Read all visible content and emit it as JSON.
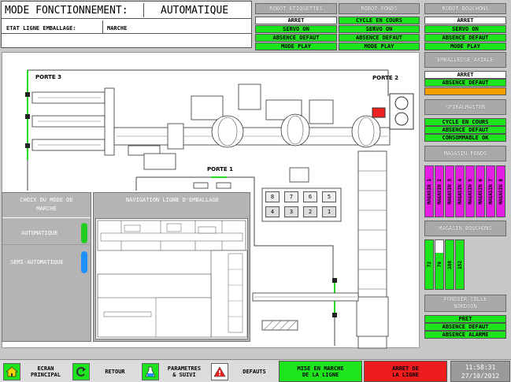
{
  "header": {
    "mode_label": "MODE FONCTIONNEMENT:",
    "mode_value": "AUTOMATIQUE",
    "etat_label": "ETAT LIGNE EMBALLAGE:",
    "etat_value": "MARCHE"
  },
  "robots": [
    {
      "title": "ROBOT ETIQUETTES",
      "statuses": [
        {
          "text": "ARRET",
          "color": "#ffffff"
        },
        {
          "text": "SERVO ON",
          "color": "#1ee41e"
        },
        {
          "text": "ABSENCE DEFAUT",
          "color": "#1ee41e"
        },
        {
          "text": "MODE PLAY",
          "color": "#1ee41e"
        }
      ]
    },
    {
      "title": "ROBOT FONDS",
      "statuses": [
        {
          "text": "CYCLE EN COURS",
          "color": "#1ee41e"
        },
        {
          "text": "SERVO ON",
          "color": "#1ee41e"
        },
        {
          "text": "ABSENCE DEFAUT",
          "color": "#1ee41e"
        },
        {
          "text": "MODE PLAY",
          "color": "#1ee41e"
        }
      ]
    },
    {
      "title": "ROBOT BOUCHONS",
      "statuses": [
        {
          "text": "ARRET",
          "color": "#ffffff"
        },
        {
          "text": "SERVO ON",
          "color": "#1ee41e"
        },
        {
          "text": "ABSENCE DEFAUT",
          "color": "#1ee41e"
        },
        {
          "text": "MODE PLAY",
          "color": "#1ee41e"
        }
      ]
    }
  ],
  "right": {
    "emballeuse": {
      "title": "EMBALLEUSE AXIALE",
      "statuses": [
        {
          "text": "ARRET",
          "color": "#ffffff"
        },
        {
          "text": "ABSENCE DEFAUT",
          "color": "#1ee41e"
        }
      ],
      "orange_color": "#f5a000"
    },
    "spiral": {
      "title": "SPIRALMASTER",
      "statuses": [
        {
          "text": "CYCLE EN COURS",
          "color": "#1ee41e"
        },
        {
          "text": "ABSENCE DEFAUT",
          "color": "#1ee41e"
        },
        {
          "text": "CONSOMMABLE OK",
          "color": "#1ee41e"
        }
      ]
    },
    "magasin_fonds": {
      "title": "MAGASIN FONDS",
      "items": [
        "MAGASIN 1",
        "MAGASIN 2",
        "MAGASIN 3",
        "MAGASIN 4",
        "MAGASIN 5",
        "MAGASIN 6",
        "MAGASIN 7",
        "MAGASIN 8"
      ]
    },
    "magasin_bouchons": {
      "title": "MAGASIN BOUCHONS",
      "values": [
        "72",
        "76",
        "108",
        "152"
      ]
    },
    "fondoir": {
      "title": "FONDOIR COLLE NORDSON",
      "statuses": [
        {
          "text": "PRET",
          "color": "#1ee41e"
        },
        {
          "text": "ABSENCE DEFAUT",
          "color": "#1ee41e"
        },
        {
          "text": "ABSENCE ALARME",
          "color": "#1ee41e"
        }
      ]
    }
  },
  "diagram": {
    "porte1": "PORTE 1",
    "porte2": "PORTE 2",
    "porte3": "PORTE 3",
    "keypad_top": [
      "8",
      "7",
      "6",
      "5"
    ],
    "keypad_bottom": [
      "4",
      "3",
      "2",
      "1"
    ]
  },
  "choix": {
    "title": "CHOIX DU MODE DE MARCHE",
    "auto": "AUTOMATIQUE",
    "semi": "SEMI-AUTOMATIQUE",
    "auto_color": "#22cc22",
    "semi_color": "#1e90ff"
  },
  "navigation": {
    "title": "NAVIGATION LIGNE D'EMBALLAGE"
  },
  "bottom": {
    "ecran": "ECRAN PRINCIPAL",
    "retour": "RETOUR",
    "parametres": "PARAMETRES & SUIVI",
    "defauts": "DEFAUTS",
    "mise": "MISE EN MARCHE DE LA LIGNE",
    "arret": "ARRET DE LA LIGNE",
    "time": "11:58:31",
    "date": "27/10/2012"
  }
}
